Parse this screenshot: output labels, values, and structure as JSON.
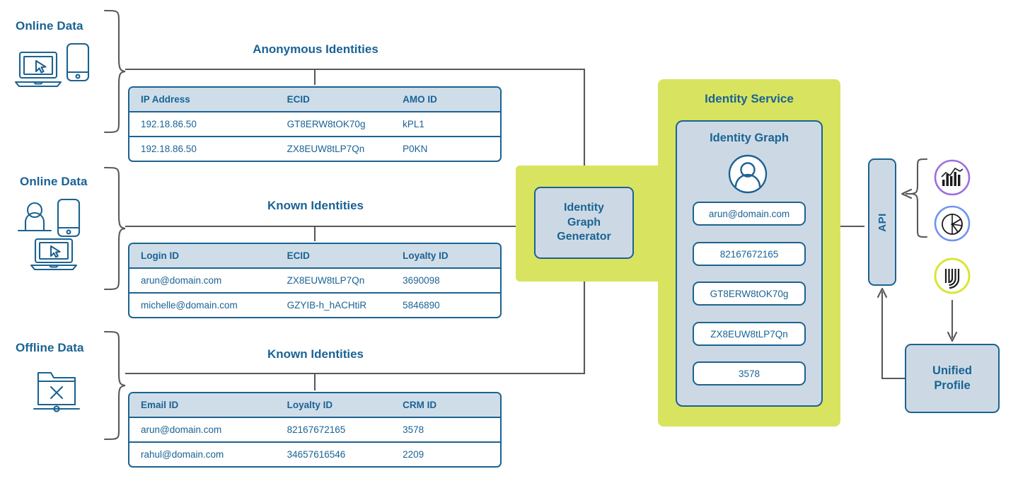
{
  "sources": [
    {
      "label": "Online Data",
      "icons": [
        "mobile-phone-icon",
        "laptop-cursor-icon"
      ]
    },
    {
      "label": "Online Data",
      "icons": [
        "person-icon",
        "mobile-phone-icon",
        "laptop-cursor-icon"
      ]
    },
    {
      "label": "Offline Data",
      "icons": [
        "folder-close-icon"
      ]
    }
  ],
  "sections": [
    {
      "title": "Anonymous Identities",
      "table": {
        "headers": [
          "IP Address",
          "ECID",
          "AMO ID"
        ],
        "rows": [
          [
            "192.18.86.50",
            "GT8ERW8tOK70g",
            "kPL1"
          ],
          [
            "192.18.86.50",
            "ZX8EUW8tLP7Qn",
            "P0KN"
          ]
        ]
      }
    },
    {
      "title": "Known Identities",
      "table": {
        "headers": [
          "Login ID",
          "ECID",
          "Loyalty ID"
        ],
        "rows": [
          [
            "arun@domain.com",
            "ZX8EUW8tLP7Qn",
            "3690098"
          ],
          [
            "michelle@domain.com",
            "GZYIB-h_hACHtiR",
            "5846890"
          ]
        ]
      }
    },
    {
      "title": "Known Identities",
      "table": {
        "headers": [
          "Email ID",
          "Loyalty ID",
          "CRM ID"
        ],
        "rows": [
          [
            "arun@domain.com",
            "82167672165",
            "3578"
          ],
          [
            "rahul@domain.com",
            "34657616546",
            "2209"
          ]
        ]
      }
    }
  ],
  "generator": {
    "label": "Identity\nGraph\nGenerator",
    "line1": "Identity",
    "line2": "Graph",
    "line3": "Generator"
  },
  "identity_service": {
    "title": "Identity Service",
    "graph_title": "Identity Graph",
    "avatar_icon": "user-avatar-icon",
    "identities": [
      "arun@domain.com",
      "82167672165",
      "GT8ERW8tOK70g",
      "ZX8EUW8tLP7Qn",
      "3578"
    ]
  },
  "api": {
    "label": "API"
  },
  "apps": [
    {
      "name": "adobe-analytics-icon",
      "ring": "#9b6fe0"
    },
    {
      "name": "adobe-audience-manager-icon",
      "ring": "#6f94f0"
    },
    {
      "name": "adobe-experience-platform-icon",
      "ring": "#dbe534"
    }
  ],
  "unified_profile": {
    "line1": "Unified",
    "line2": "Profile"
  },
  "colors": {
    "brand_blue": "#1a6394",
    "panel_blue": "#ccd9e4",
    "header_blue": "#cfdde9",
    "accent_green": "#d8e35f",
    "line_gray": "#58595b"
  }
}
